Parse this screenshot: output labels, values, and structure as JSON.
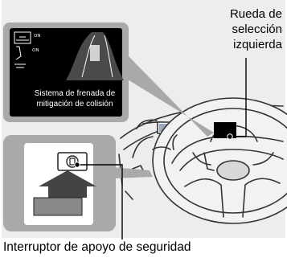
{
  "labels": {
    "rueda": [
      "Rueda de",
      "selección",
      "izquierda"
    ],
    "interruptor": "Interruptor de apoyo de seguridad"
  },
  "display_inset": {
    "caption": [
      "Sistema de frenada de",
      "mitigación de colisión"
    ],
    "indicators": [
      "ON",
      "ON"
    ]
  },
  "colors": {
    "background_panel": "#ededed",
    "callout_gray": "#a9a9a9",
    "display_black": "#000000",
    "line_art": "#333333"
  },
  "icons": [
    "collision-mitigation-icon",
    "safety-support-switch-icon",
    "pointer-dot-icon"
  ]
}
